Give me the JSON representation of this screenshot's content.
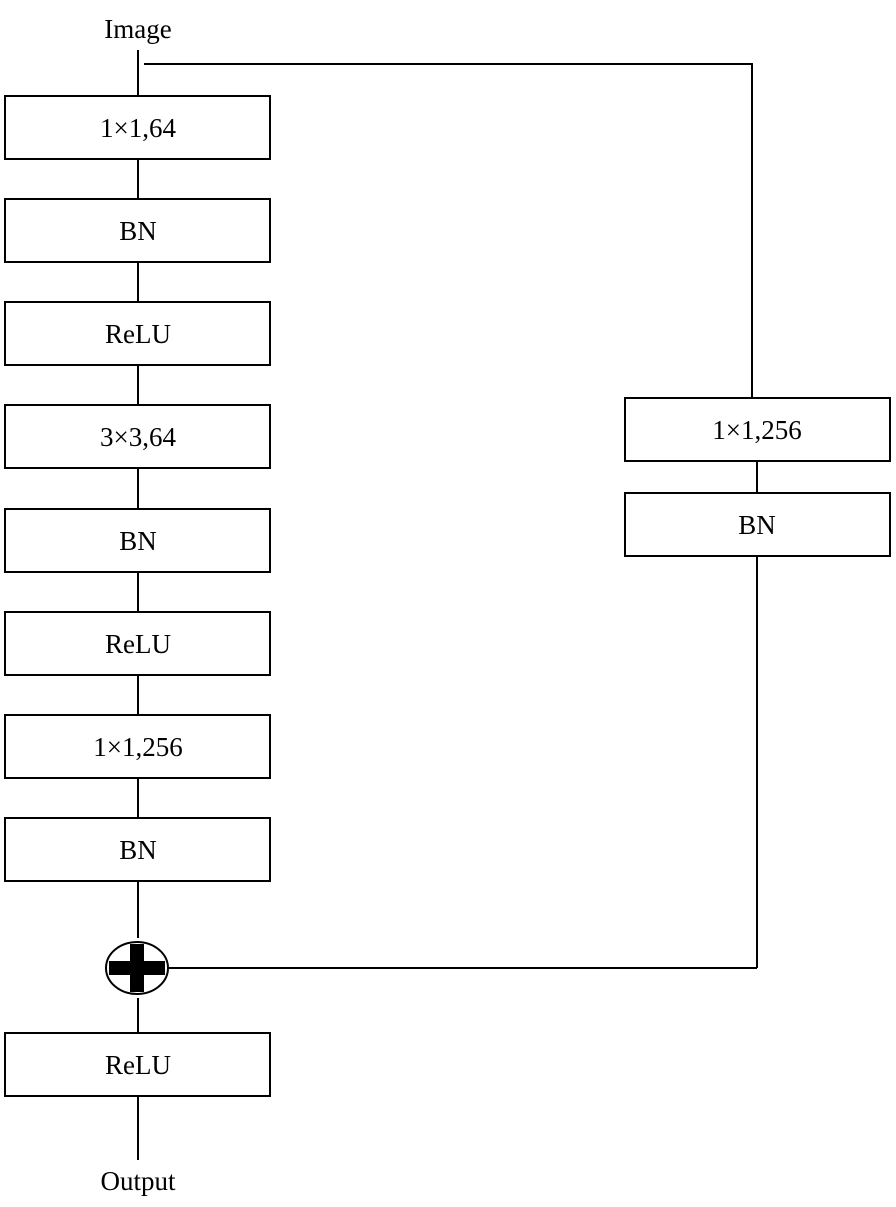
{
  "input_label": "Image",
  "output_label": "Output",
  "main_path": [
    {
      "label": "1×1,64"
    },
    {
      "label": "BN"
    },
    {
      "label": "ReLU"
    },
    {
      "label": "3×3,64"
    },
    {
      "label": "BN"
    },
    {
      "label": "ReLU"
    },
    {
      "label": "1×1,256"
    },
    {
      "label": "BN"
    }
  ],
  "shortcut_path": [
    {
      "label": "1×1,256"
    },
    {
      "label": "BN"
    }
  ],
  "merge": {
    "operation": "add",
    "icon": "plus-icon"
  },
  "final_block": {
    "label": "ReLU"
  }
}
